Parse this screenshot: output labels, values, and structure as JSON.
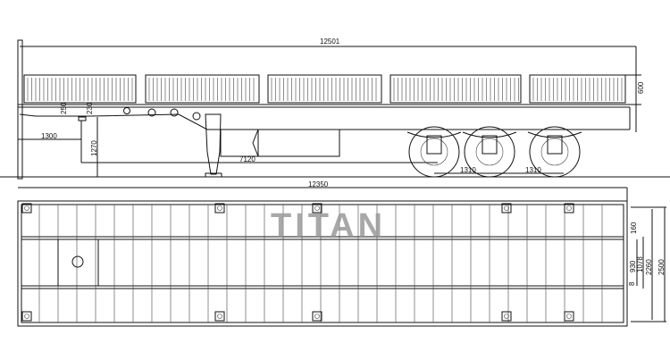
{
  "watermark": "TITAN",
  "side_view": {
    "overall_length": "12501",
    "side_panel_height": "600",
    "frame_height_front": "250",
    "frame_height_mid": "230",
    "kingpin_offset": "1300",
    "landing_gear_height": "1270",
    "kingpin_to_axle": "7120",
    "axle_spacing_1": "1310",
    "axle_spacing_2": "1310"
  },
  "plan_view": {
    "overall_length": "12350",
    "dim_160": "160",
    "dim_930": "930",
    "dim_1078": "1078",
    "dim_2260": "2260",
    "dim_2500": "2500",
    "dim_8": "8"
  }
}
